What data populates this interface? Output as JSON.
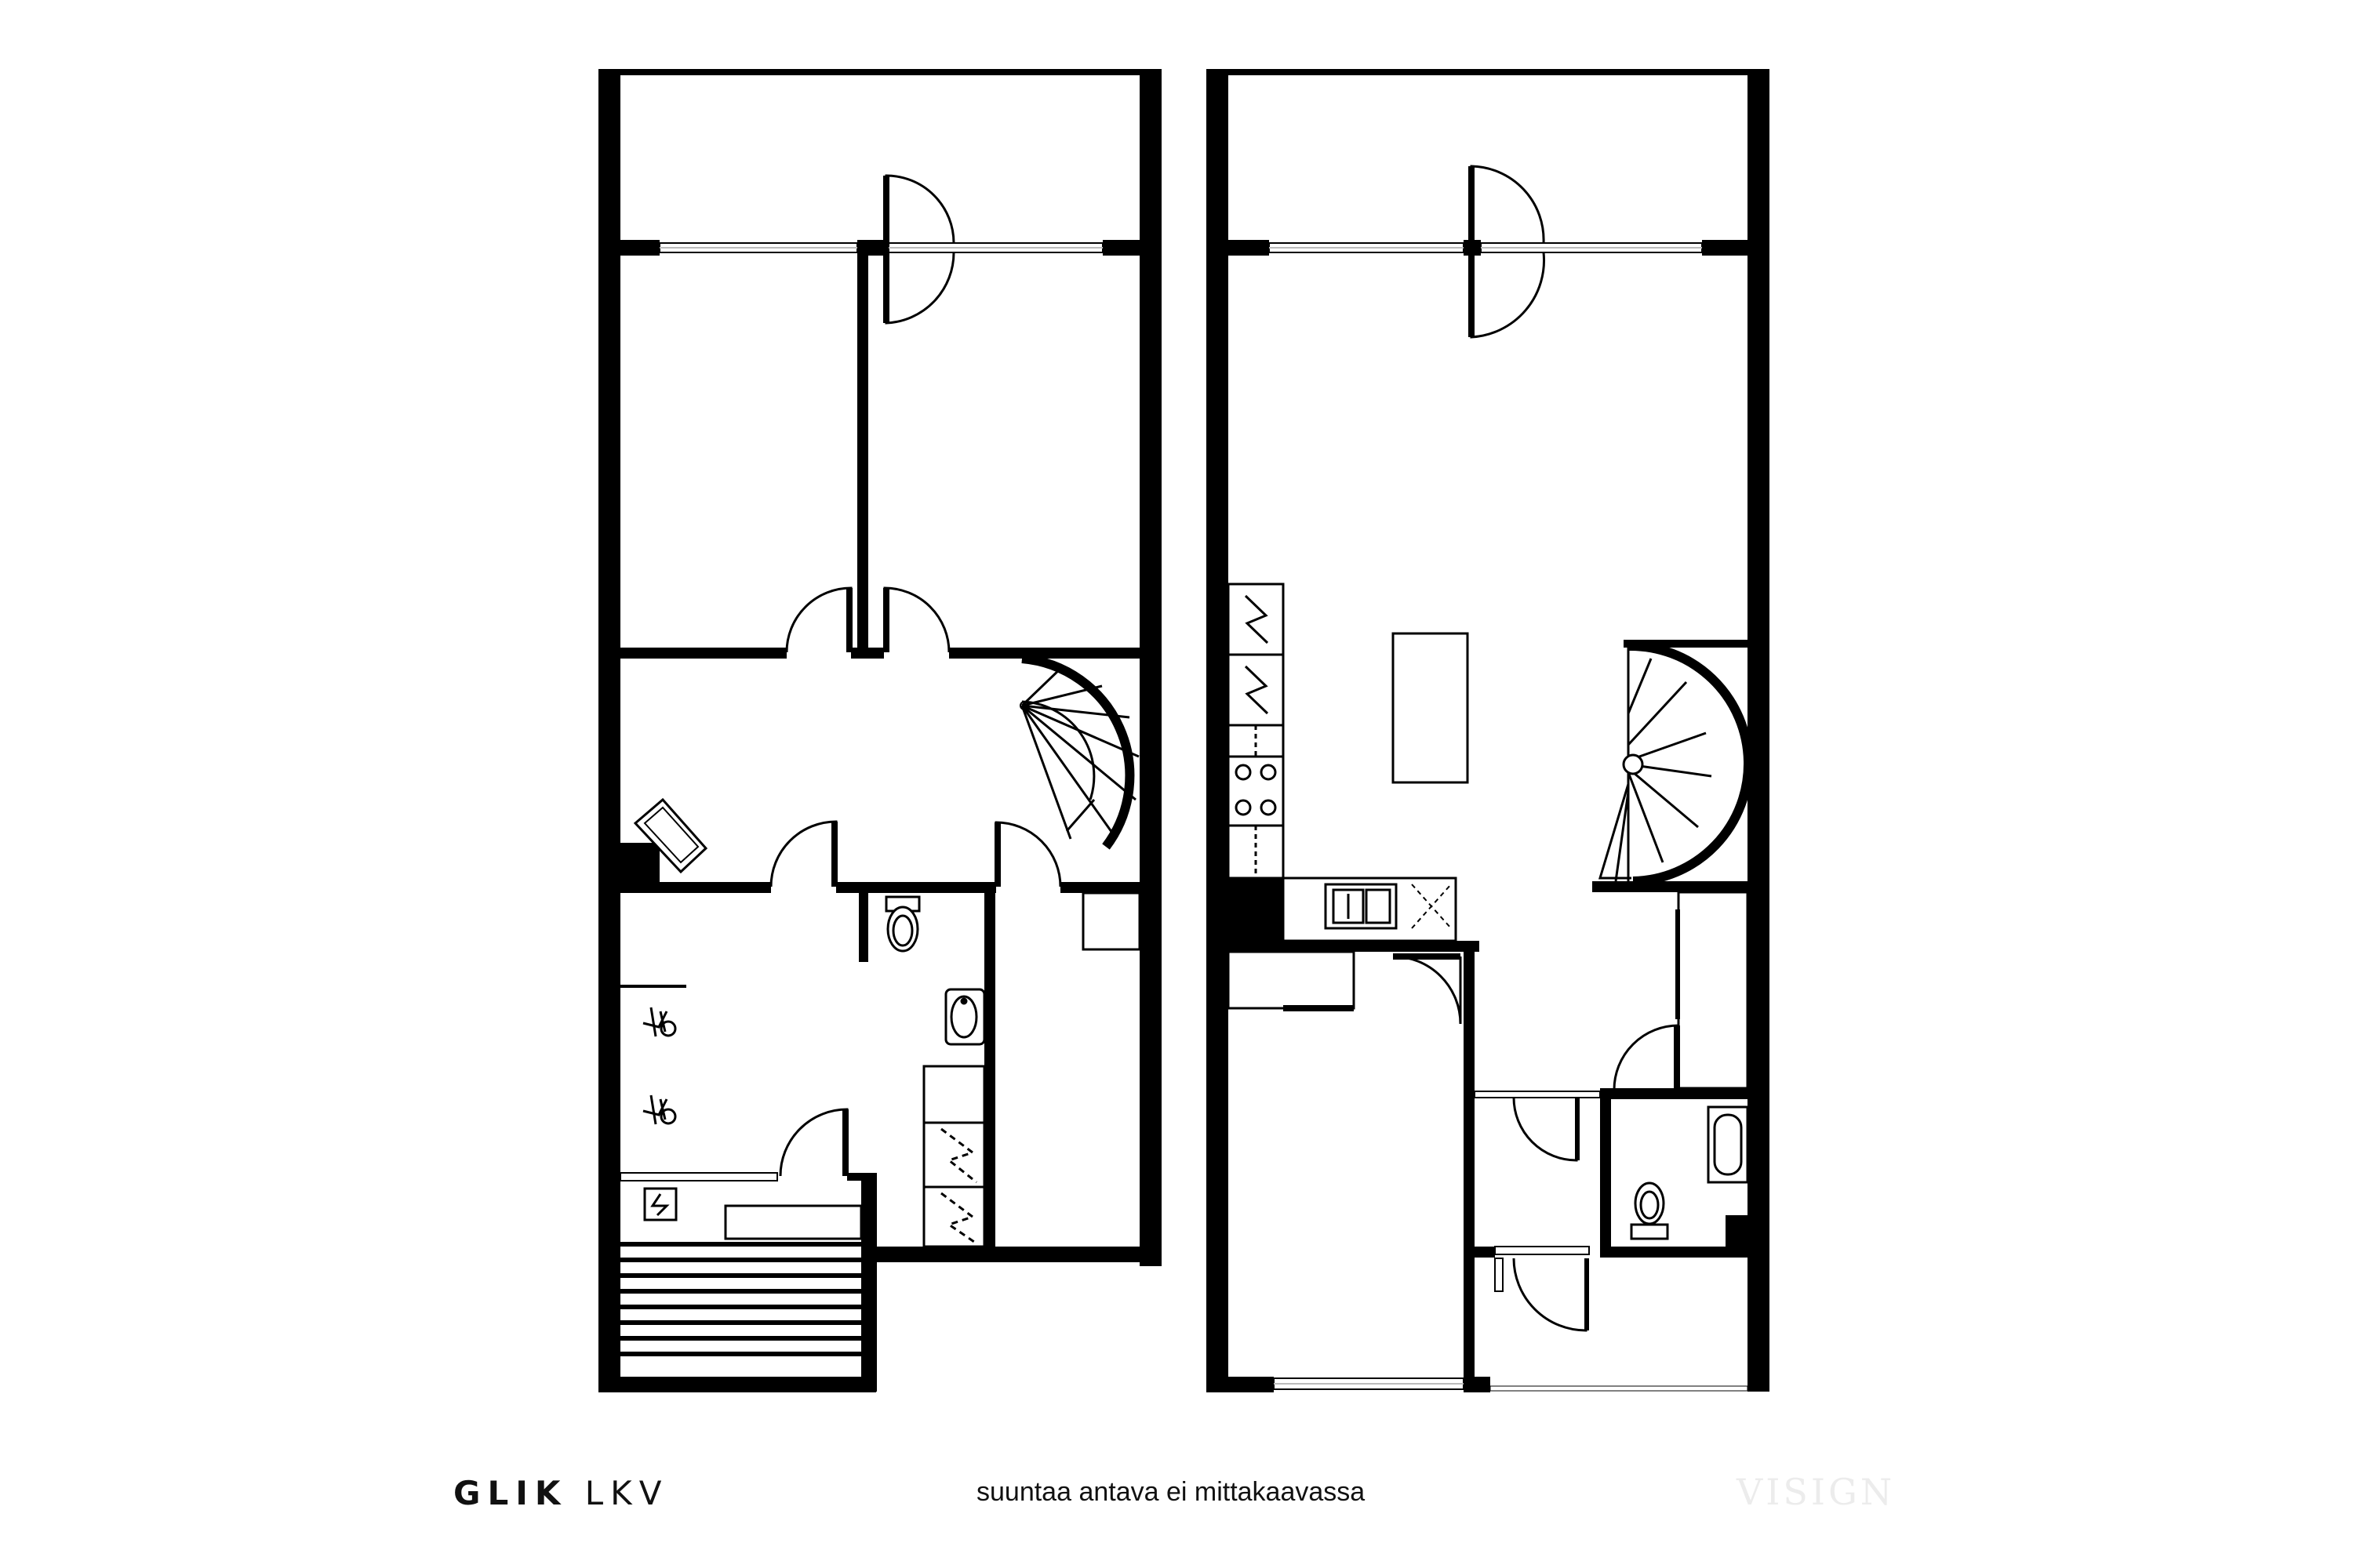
{
  "footer": {
    "brand_bold": "GLIK",
    "brand_light": "LKV",
    "caption": "suuntaa antava ei mittakaavassa",
    "watermark": "VISIGN"
  },
  "floors": [
    {
      "id": "lower-floor"
    },
    {
      "id": "upper-floor"
    }
  ],
  "colors": {
    "background": "#ffffff",
    "wall": "#000000",
    "window_glass": "#d8d8d8",
    "watermark": "#ececec"
  }
}
